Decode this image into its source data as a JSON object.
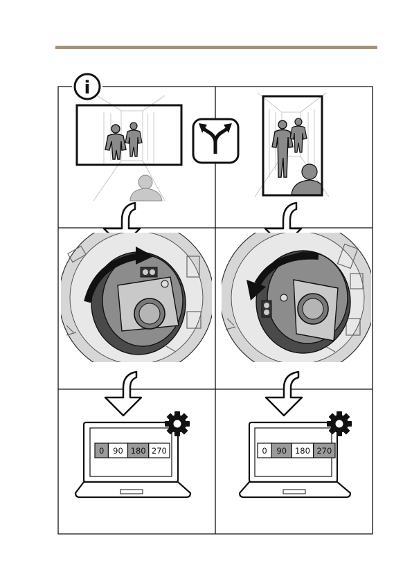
{
  "header": {
    "rule_color": "#a39384"
  },
  "info_icon": {
    "glyph": "i"
  },
  "colors": {
    "line": "#111111",
    "figure_fill": "#8a8a8a",
    "figure_fill_light": "#c8c8c8",
    "device_dark": "#4a4a4a",
    "device_mid": "#8c8c8c",
    "device_light": "#c9c9c9",
    "selected_cell": "#9a9a9a"
  },
  "columns": [
    {
      "id": "landscape",
      "view": "wide",
      "rotation": "clockwise",
      "rotation_options": [
        {
          "label": "0",
          "selected": true
        },
        {
          "label": "90",
          "selected": false
        },
        {
          "label": "180",
          "selected": true
        },
        {
          "label": "270",
          "selected": false
        }
      ]
    },
    {
      "id": "corridor",
      "view": "tall",
      "rotation": "counterclockwise",
      "rotation_options": [
        {
          "label": "0",
          "selected": false
        },
        {
          "label": "90",
          "selected": true
        },
        {
          "label": "180",
          "selected": false
        },
        {
          "label": "270",
          "selected": true
        }
      ]
    }
  ]
}
